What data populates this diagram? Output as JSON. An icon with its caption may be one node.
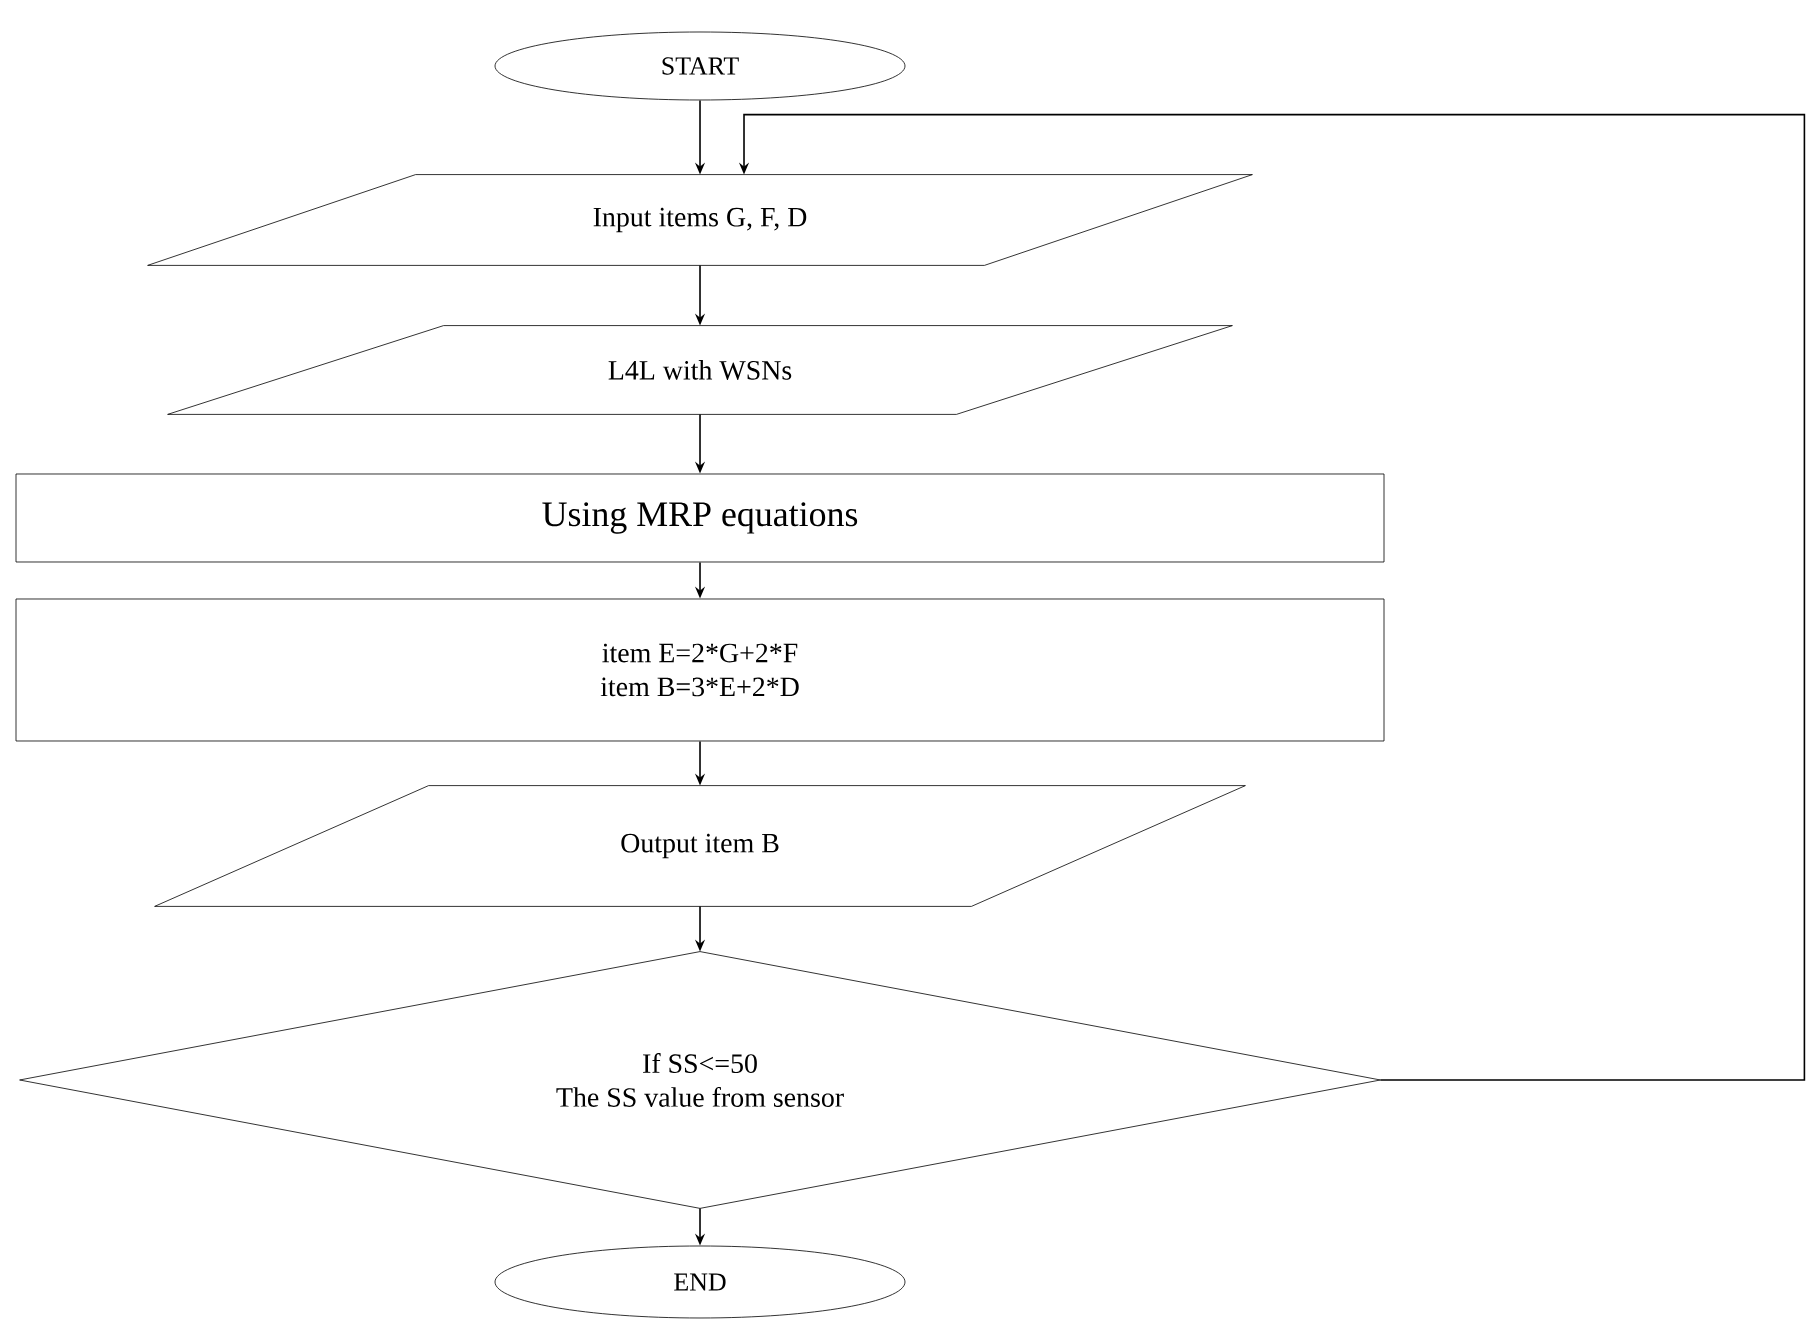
{
  "diagram": {
    "nodes": [
      {
        "text": [
          "START"
        ]
      },
      {
        "text": [
          "Input items G, F, D"
        ]
      },
      {
        "text": [
          "L4L with WSNs"
        ]
      },
      {
        "text": [
          "Using MRP equations"
        ]
      },
      {
        "text": [
          "item E=2*G+2*F",
          "item B=3*E+2*D"
        ]
      },
      {
        "text": [
          "Output item B"
        ]
      },
      {
        "text": [
          "If SS<=50",
          "The SS value from sensor"
        ]
      },
      {
        "text": [
          "END"
        ]
      }
    ],
    "edges": [
      {
        "from": 0,
        "to": 1,
        "arrow": "to"
      },
      {
        "from": 1,
        "to": 2,
        "arrow": "to"
      },
      {
        "from": 2,
        "to": 3,
        "arrow": "to"
      },
      {
        "from": 3,
        "to": 4,
        "arrow": "to"
      },
      {
        "from": 4,
        "to": 5,
        "arrow": "to"
      },
      {
        "from": 5,
        "to": 6,
        "arrow": "to"
      },
      {
        "from": 6,
        "to": 7,
        "arrow": "to"
      },
      {
        "from": 6,
        "to": 1,
        "arrow": "to"
      }
    ]
  }
}
